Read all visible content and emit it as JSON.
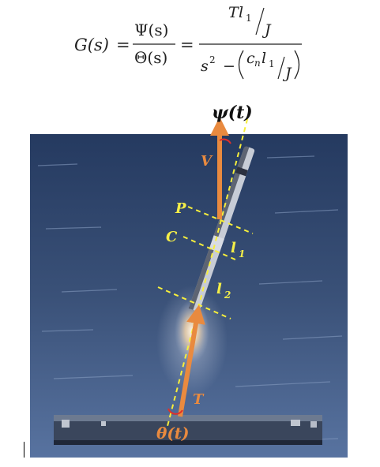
{
  "equation": {
    "lhs": "G(s)",
    "eq1": "=",
    "psi": "Ψ(s)",
    "theta": "Θ(s)",
    "eq2": "=",
    "num_T": "T",
    "num_l": "l",
    "num_sub": "1",
    "num_J": "J",
    "den_s": "s",
    "den_exp": "2",
    "den_minus": "−",
    "den_c": "c",
    "den_c_sub": "n",
    "den_l": "l",
    "den_l_sub": "1",
    "den_J": "J"
  },
  "labels": {
    "psi_t": "ψ(t)",
    "V": "V",
    "P": "P",
    "C": "C",
    "l1": "l",
    "l1_sub": "1",
    "l2": "l",
    "l2_sub": "2",
    "T": "T",
    "theta_t": "θ(t)"
  },
  "colors": {
    "arrow": "#e98a3f",
    "guide": "#f7ef3c",
    "angle": "#e0302a",
    "label_bold": "#e98a3f",
    "label_yellow": "#f4ee48",
    "sea_dark": "#2b3e63",
    "sea_light": "#6a83a8"
  }
}
